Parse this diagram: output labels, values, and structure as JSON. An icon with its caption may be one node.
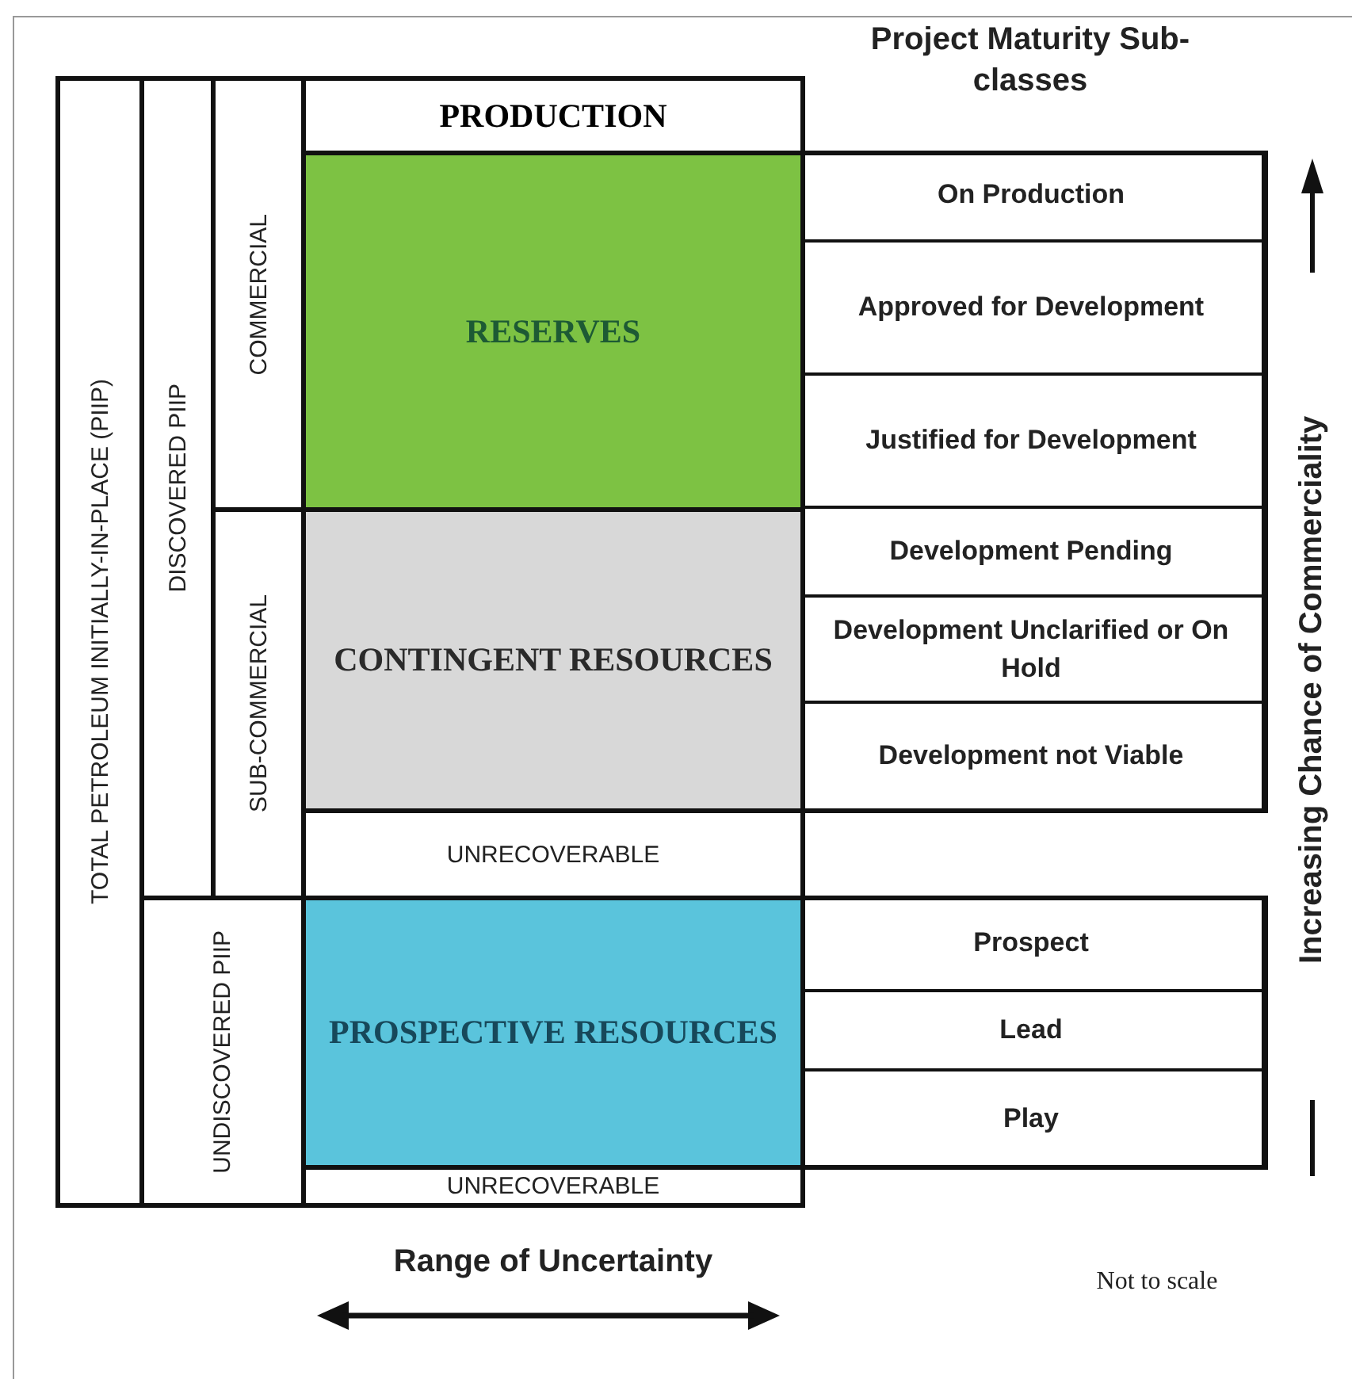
{
  "diagram": {
    "nodes": [
      {
        "text": [
          "TOTAL PETROLEUM INITIALLY-IN-PLACE (PIIP)"
        ]
      },
      {
        "text": [
          "DISCOVERED PIIP"
        ]
      },
      {
        "text": [
          "COMMERCIAL"
        ]
      },
      {
        "text": [
          "PRODUCTION"
        ]
      },
      {
        "text": [
          "RESERVES"
        ]
      },
      {
        "text": [
          "SUB-COMMERCIAL"
        ]
      },
      {
        "text": [
          "CONTINGENT RESOURCES"
        ]
      },
      {
        "text": [
          "UNRECOVERABLE"
        ]
      },
      {
        "text": [
          "UNDISCOVERED PIIP"
        ]
      },
      {
        "text": [
          "PROSPECTIVE RESOURCES"
        ]
      },
      {
        "text": [
          "UNRECOVERABLE"
        ]
      },
      {
        "text": [
          "On Production"
        ]
      },
      {
        "text": [
          "Approved for Development"
        ]
      },
      {
        "text": [
          "Justified for Development"
        ]
      },
      {
        "text": [
          "Development Pending"
        ]
      },
      {
        "text": [
          "Development Unclarified or On Hold"
        ]
      },
      {
        "text": [
          "Development not Viable"
        ]
      },
      {
        "text": [
          "Prospect"
        ]
      },
      {
        "text": [
          "Lead"
        ]
      },
      {
        "text": [
          "Play"
        ]
      }
    ],
    "edges": [],
    "labels": [
      "Project Maturity Sub-classes",
      "Increasing Chance of Commerciality",
      "Range of Uncertainty",
      "Not to scale"
    ]
  }
}
